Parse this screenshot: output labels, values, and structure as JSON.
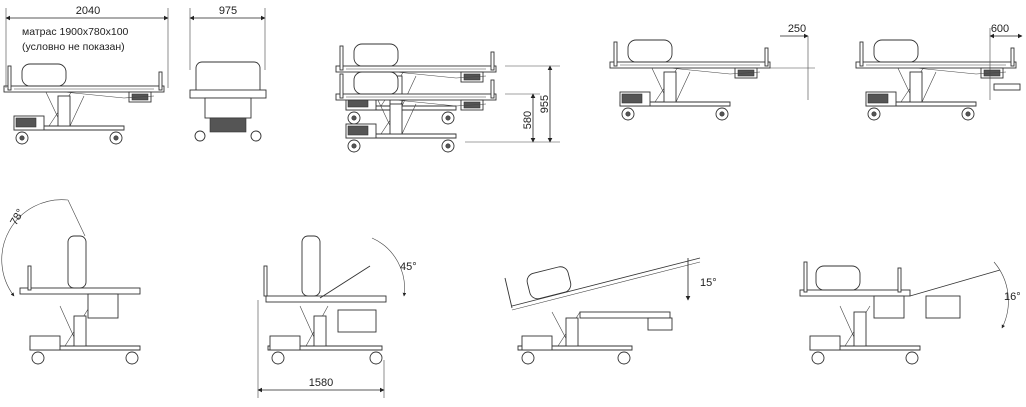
{
  "drawing": {
    "top": {
      "length_dim": "2040",
      "mattress_line1": "матрас 1900х780х100",
      "mattress_line2": "(условно не показан)",
      "width_dim": "975",
      "height_max": "955",
      "height_min": "580",
      "ext1": "250",
      "ext2": "600"
    },
    "bottom": {
      "backrest_angle": "78°",
      "tilt45": "45°",
      "base_length": "1580",
      "trendelenburg": "15°",
      "reverse": "16°"
    }
  }
}
